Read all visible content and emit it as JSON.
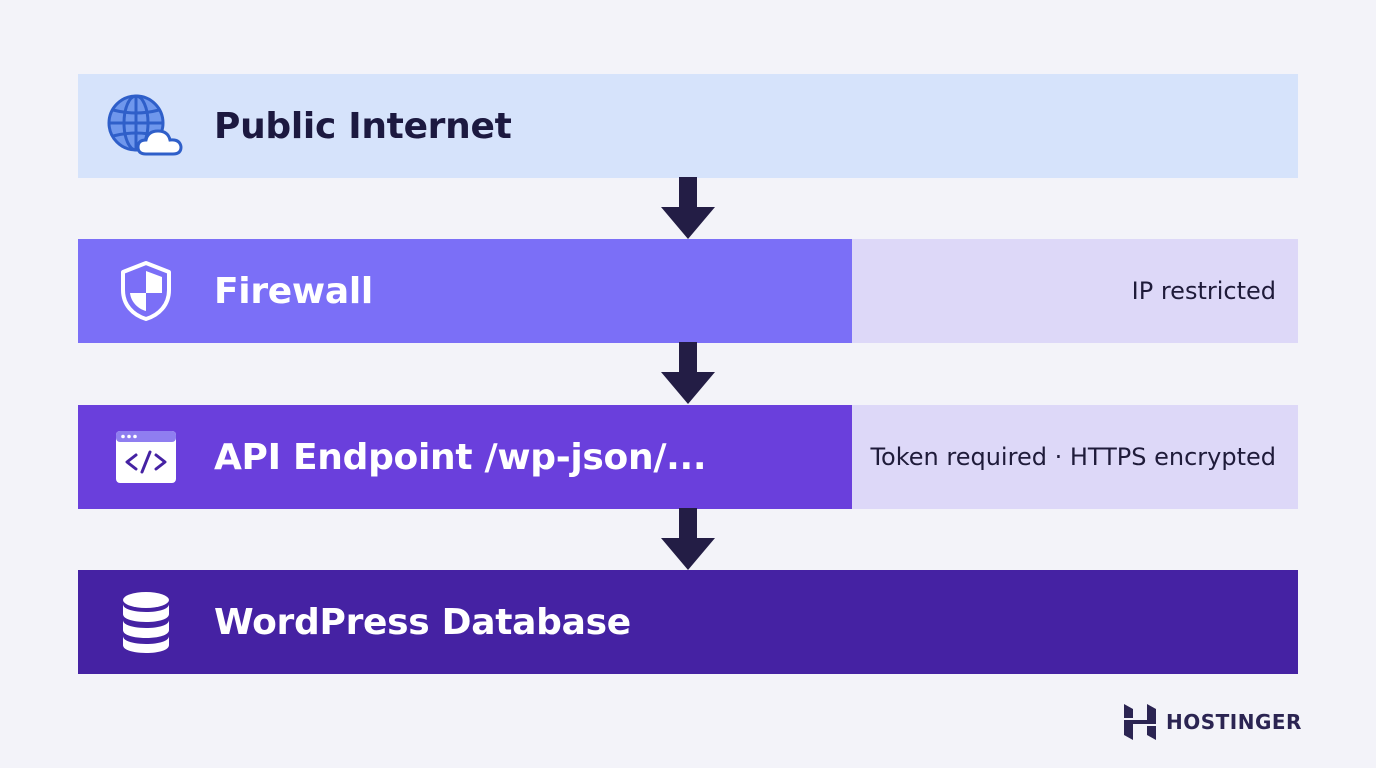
{
  "layers": [
    {
      "id": "internet",
      "title": "Public Internet",
      "icon": "globe-cloud-icon",
      "note": ""
    },
    {
      "id": "firewall",
      "title": "Firewall",
      "icon": "shield-icon",
      "note": "IP restricted"
    },
    {
      "id": "api",
      "title": "API Endpoint /wp-json/...",
      "icon": "code-window-icon",
      "note": "Token required · HTTPS encrypted"
    },
    {
      "id": "db",
      "title": "WordPress Database",
      "icon": "database-icon",
      "note": ""
    }
  ],
  "arrows": [
    "arrow-down-icon",
    "arrow-down-icon",
    "arrow-down-icon"
  ],
  "brand": {
    "name": "HOSTINGER",
    "icon": "hostinger-logo"
  },
  "colors": {
    "background": "#f3f3f9",
    "internet": "#d6e3fb",
    "firewall": "#7b6ff7",
    "api": "#6a3fdc",
    "database": "#4522a3",
    "note_panel": "#ddd8f8",
    "arrow": "#231d45"
  }
}
